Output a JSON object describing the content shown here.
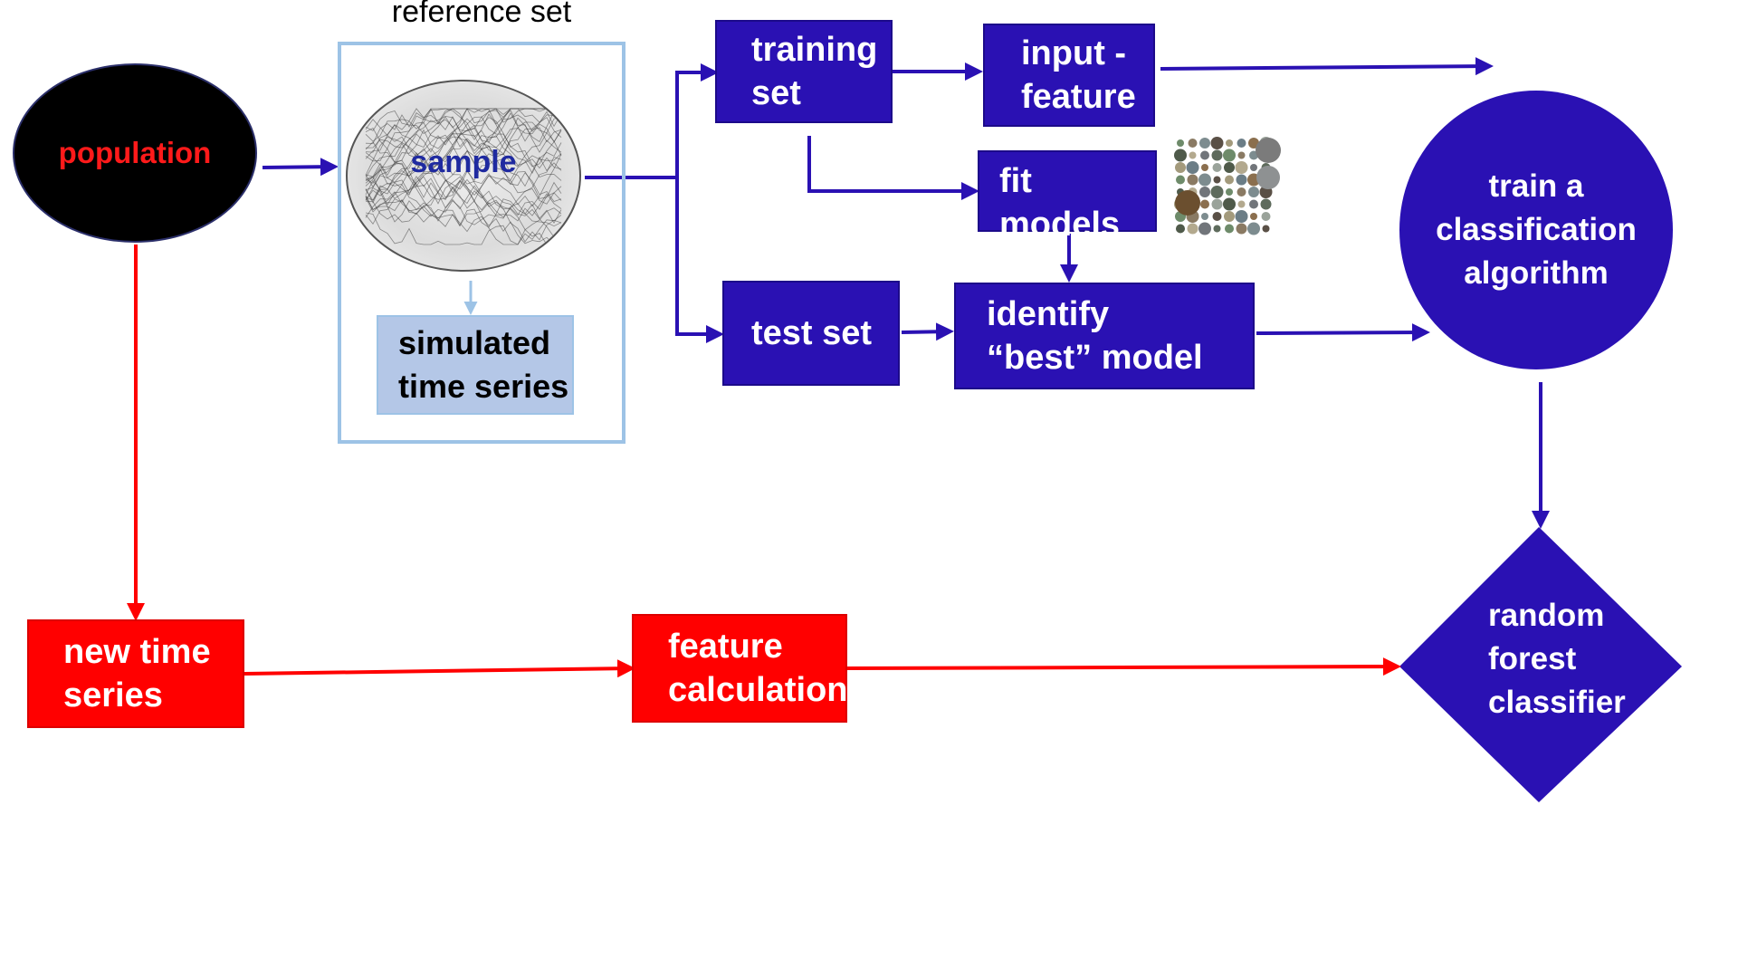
{
  "nodes": {
    "population": "population",
    "reference_set": "reference set",
    "sample": "sample",
    "simulated_time_series": "simulated\ntime series",
    "training_set": "training\nset",
    "input_feature": "input -\nfeature",
    "fit_models": "fit models",
    "test_set": "test set",
    "identify_best_model": "identify\n“best” model",
    "train_classification": "train a\nclassification\nalgorithm",
    "random_forest_classifier": "random\nforest\nclassifier",
    "new_time_series": "new time\nseries",
    "feature_calculation": "feature\ncalculation"
  },
  "colors": {
    "blue": "#2a11b3",
    "red": "#ff0000",
    "light_blue_border": "#9dc3e6",
    "light_blue_fill": "#b4c7e7",
    "population_text": "#ff1a1a",
    "sample_text": "#1f2aa0"
  },
  "icons": {
    "sample_thumbnail": "time-series-lines-icon",
    "model_grid": "circle-grid-icon"
  }
}
